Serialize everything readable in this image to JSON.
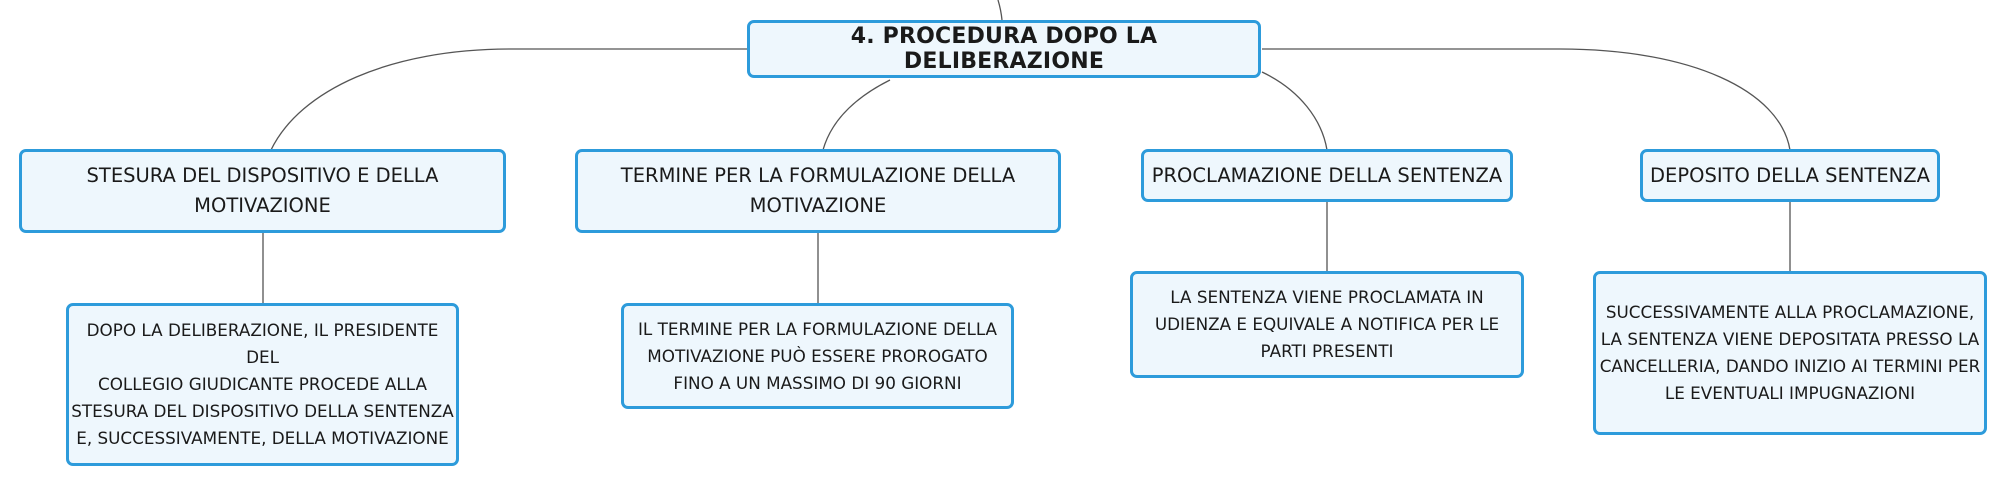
{
  "diagram": {
    "root": {
      "label": "4. PROCEDURA DOPO LA DELIBERAZIONE"
    },
    "branches": [
      {
        "label": "STESURA DEL DISPOSITIVO E DELLA MOTIVAZIONE",
        "detail": "DOPO LA DELIBERAZIONE, IL PRESIDENTE DEL\nCOLLEGIO GIUDICANTE PROCEDE ALLA\nSTESURA DEL DISPOSITIVO DELLA SENTENZA\nE, SUCCESSIVAMENTE, DELLA MOTIVAZIONE"
      },
      {
        "label": "TERMINE PER LA FORMULAZIONE DELLA\nMOTIVAZIONE",
        "detail": "IL TERMINE PER LA FORMULAZIONE DELLA\nMOTIVAZIONE PUÒ ESSERE PROROGATO\nFINO A UN MASSIMO DI 90 GIORNI"
      },
      {
        "label": "PROCLAMAZIONE DELLA SENTENZA",
        "detail": "LA SENTENZA VIENE PROCLAMATA IN\nUDIENZA E EQUIVALE A NOTIFICA PER LE\nPARTI PRESENTI"
      },
      {
        "label": "DEPOSITO DELLA SENTENZA",
        "detail": "SUCCESSIVAMENTE ALLA PROCLAMAZIONE,\nLA SENTENZA VIENE DEPOSITATA PRESSO LA\nCANCELLERIA, DANDO INIZIO AI TERMINI PER\nLE EVENTUALI IMPUGNAZIONI"
      }
    ]
  },
  "colors": {
    "node_border": "#2d9bdb",
    "node_fill": "#eef7fd",
    "connector": "#555555",
    "text": "#1a1a1a"
  }
}
